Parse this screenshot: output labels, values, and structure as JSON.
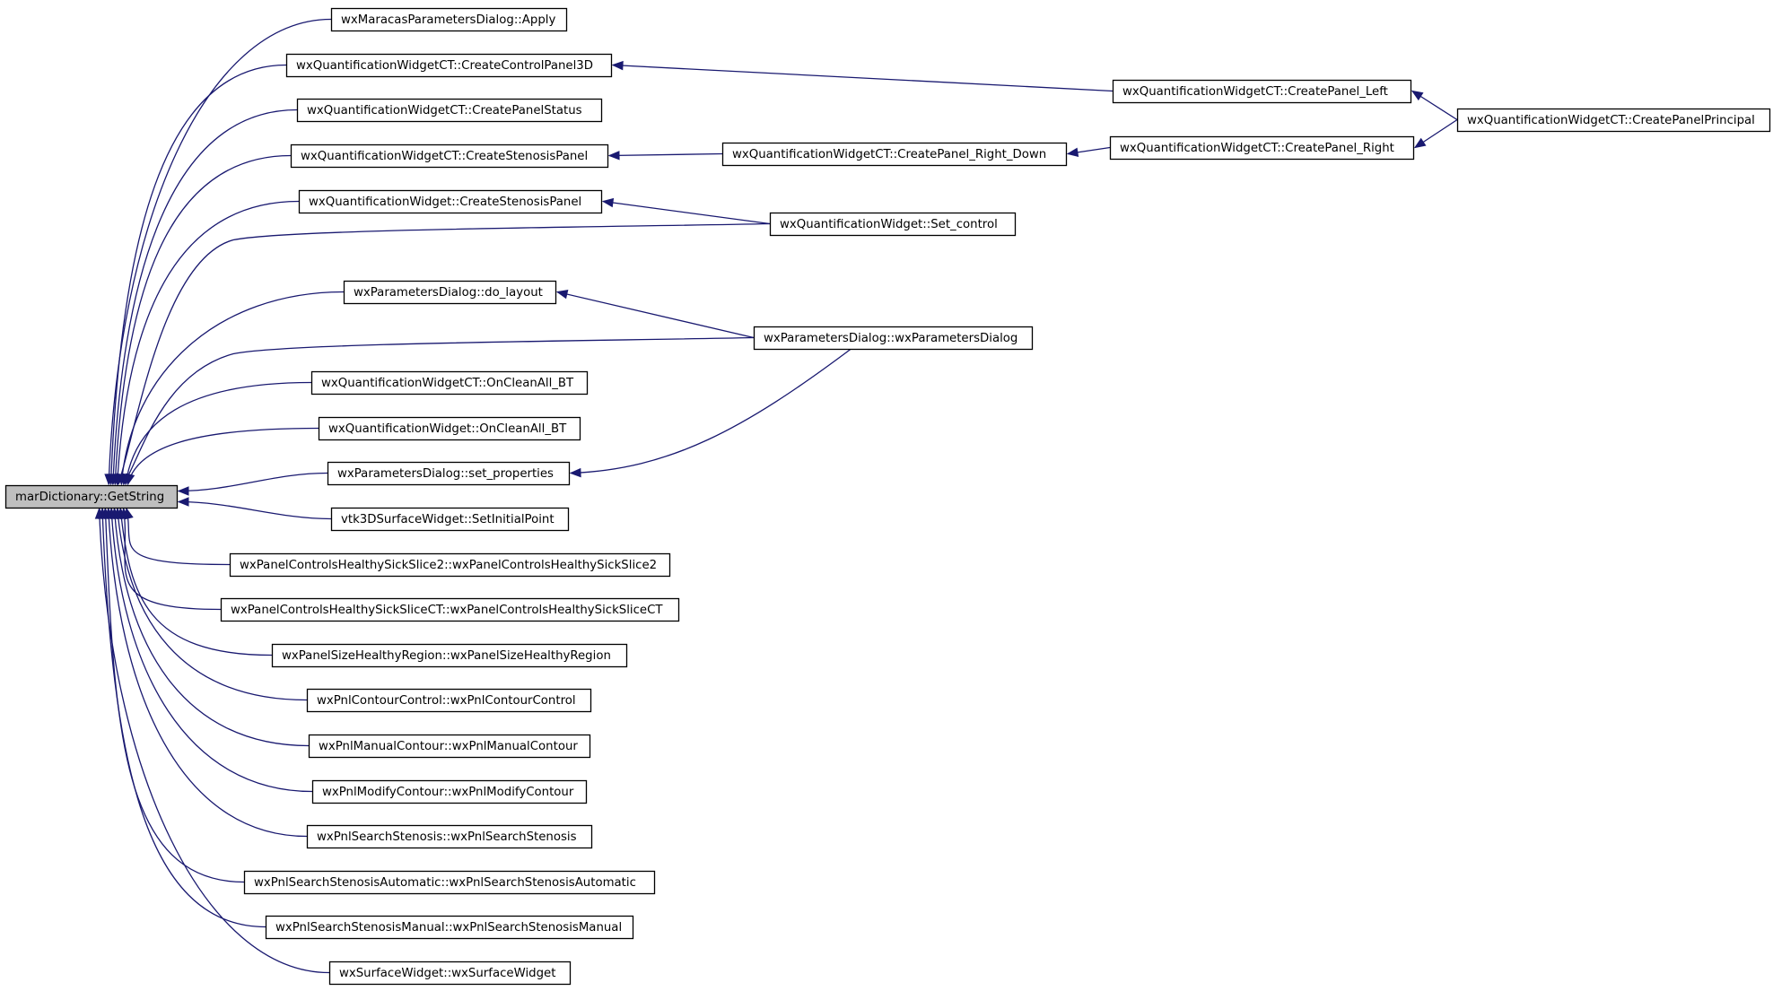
{
  "graph": {
    "root": "marDictionary::GetString",
    "nodes": {
      "root": "marDictionary::GetString",
      "apply": "wxMaracasParametersDialog::Apply",
      "ccp3d": "wxQuantificationWidgetCT::CreateControlPanel3D",
      "cps": "wxQuantificationWidgetCT::CreatePanelStatus",
      "cspct": "wxQuantificationWidgetCT::CreateStenosisPanel",
      "csp": "wxQuantificationWidget::CreateStenosisPanel",
      "setctl": "wxQuantificationWidget::Set_control",
      "dolayout": "wxParametersDialog::do_layout",
      "wxpd": "wxParametersDialog::wxParametersDialog",
      "ocabtct": "wxQuantificationWidgetCT::OnCleanAll_BT",
      "ocabt": "wxQuantificationWidget::OnCleanAll_BT",
      "setprops": "wxParametersDialog::set_properties",
      "vtk3d": "vtk3DSurfaceWidget::SetInitialPoint",
      "hss2": "wxPanelControlsHealthySickSlice2::wxPanelControlsHealthySickSlice2",
      "hssct": "wxPanelControlsHealthySickSliceCT::wxPanelControlsHealthySickSliceCT",
      "shr": "wxPanelSizeHealthyRegion::wxPanelSizeHealthyRegion",
      "pcc": "wxPnlContourControl::wxPnlContourControl",
      "pmc": "wxPnlManualContour::wxPnlManualContour",
      "pmodc": "wxPnlModifyContour::wxPnlModifyContour",
      "pss": "wxPnlSearchStenosis::wxPnlSearchStenosis",
      "pssa": "wxPnlSearchStenosisAutomatic::wxPnlSearchStenosisAutomatic",
      "pssm": "wxPnlSearchStenosisManual::wxPnlSearchStenosisManual",
      "sw": "wxSurfaceWidget::wxSurfaceWidget",
      "cpl": "wxQuantificationWidgetCT::CreatePanel_Left",
      "cprd": "wxQuantificationWidgetCT::CreatePanel_Right_Down",
      "cpr": "wxQuantificationWidgetCT::CreatePanel_Right",
      "cpp": "wxQuantificationWidgetCT::CreatePanelPrincipal"
    },
    "edges": [
      {
        "from": "apply",
        "to": "root"
      },
      {
        "from": "ccp3d",
        "to": "root"
      },
      {
        "from": "cps",
        "to": "root"
      },
      {
        "from": "cspct",
        "to": "root"
      },
      {
        "from": "csp",
        "to": "root"
      },
      {
        "from": "setctl",
        "to": "root"
      },
      {
        "from": "dolayout",
        "to": "root"
      },
      {
        "from": "wxpd",
        "to": "root"
      },
      {
        "from": "ocabtct",
        "to": "root"
      },
      {
        "from": "ocabt",
        "to": "root"
      },
      {
        "from": "setprops",
        "to": "root"
      },
      {
        "from": "vtk3d",
        "to": "root"
      },
      {
        "from": "hss2",
        "to": "root"
      },
      {
        "from": "hssct",
        "to": "root"
      },
      {
        "from": "shr",
        "to": "root"
      },
      {
        "from": "pcc",
        "to": "root"
      },
      {
        "from": "pmc",
        "to": "root"
      },
      {
        "from": "pmodc",
        "to": "root"
      },
      {
        "from": "pss",
        "to": "root"
      },
      {
        "from": "pssa",
        "to": "root"
      },
      {
        "from": "pssm",
        "to": "root"
      },
      {
        "from": "sw",
        "to": "root"
      },
      {
        "from": "cpl",
        "to": "ccp3d"
      },
      {
        "from": "cprd",
        "to": "cspct"
      },
      {
        "from": "setctl",
        "to": "csp"
      },
      {
        "from": "wxpd",
        "to": "dolayout"
      },
      {
        "from": "wxpd",
        "to": "setprops"
      },
      {
        "from": "cpr",
        "to": "cprd"
      },
      {
        "from": "cpp",
        "to": "cpl"
      },
      {
        "from": "cpp",
        "to": "cpr"
      }
    ]
  }
}
